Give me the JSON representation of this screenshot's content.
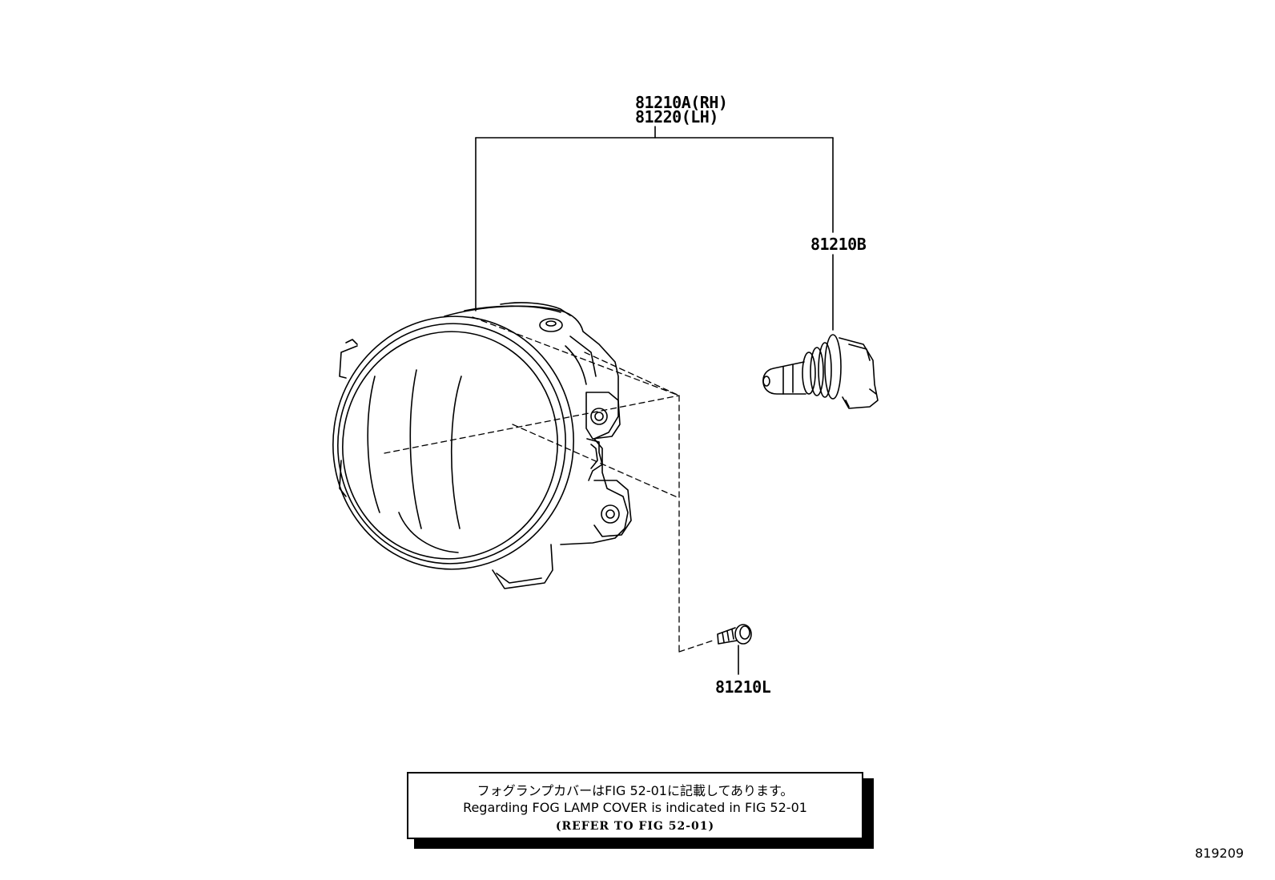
{
  "labels": {
    "fog_lamp_rh": "81210A(RH)",
    "fog_lamp_lh": "81220(LH)",
    "bulb": "81210B",
    "screw": "81210L"
  },
  "note": {
    "japanese": "フォグランプカバーはFIG 52-01に記載してあります。",
    "english": "Regarding FOG LAMP COVER is indicated in FIG 52-01",
    "reference": "(REFER TO FIG 52-01)"
  },
  "figure_id": "819209"
}
